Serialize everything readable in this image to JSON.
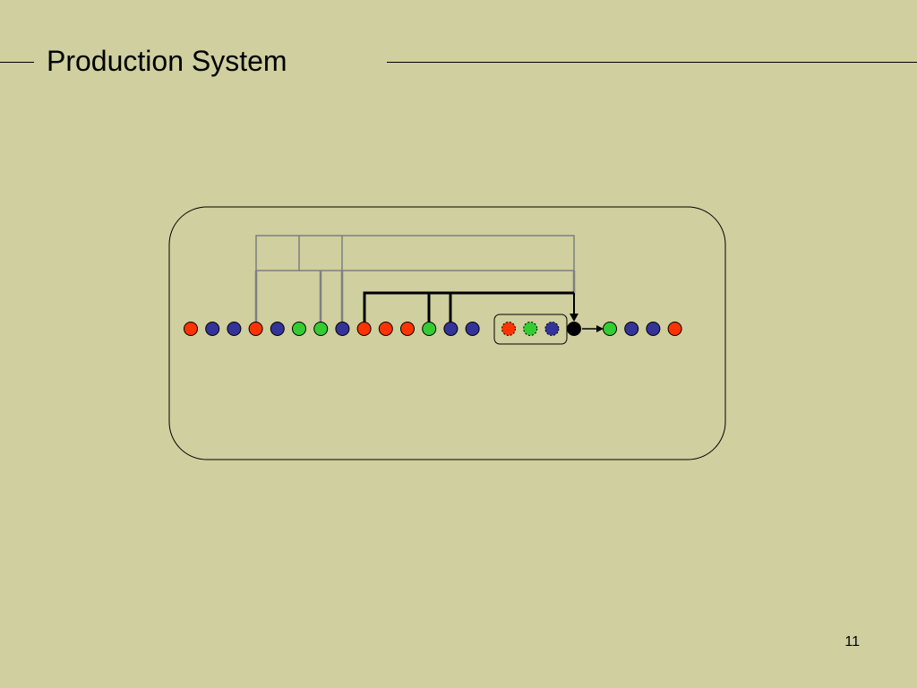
{
  "slide": {
    "title": "Production System",
    "page_number": "11"
  },
  "colors": {
    "background": "#cfcf9f",
    "red": "#ff3300",
    "blue": "#333399",
    "green": "#33cc33",
    "black": "#000000",
    "gray_line": "#7f7f7f"
  },
  "diagram": {
    "sequence": [
      "red",
      "blue",
      "blue",
      "red",
      "blue",
      "green",
      "green",
      "blue",
      "red",
      "red",
      "red",
      "green",
      "blue",
      "blue"
    ],
    "pattern": [
      "red",
      "green",
      "blue"
    ],
    "output": "black",
    "produced": [
      "green",
      "blue",
      "blue",
      "red"
    ]
  }
}
